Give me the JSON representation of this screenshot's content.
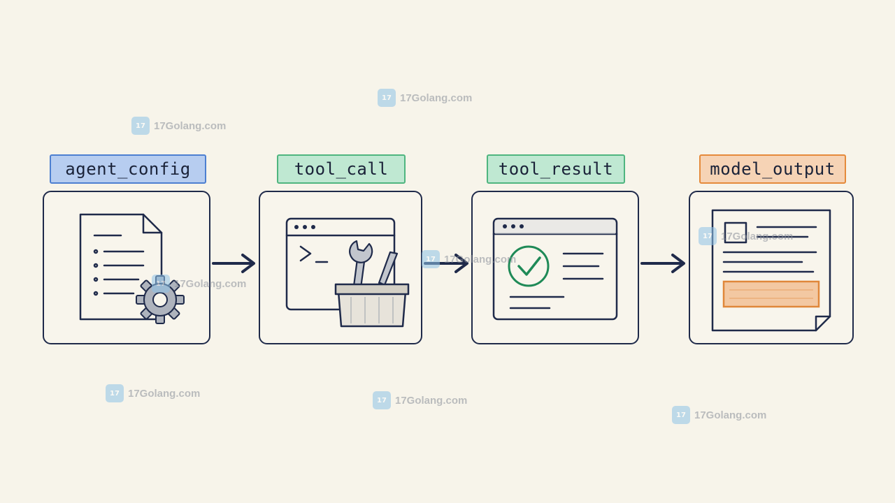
{
  "steps": [
    {
      "label": "agent_config",
      "icon": "document-gear-icon",
      "accent": "#4d7fd1"
    },
    {
      "label": "tool_call",
      "icon": "terminal-toolbox-icon",
      "accent": "#4fb57f"
    },
    {
      "label": "tool_result",
      "icon": "browser-checkmark-icon",
      "accent": "#4fb57f"
    },
    {
      "label": "model_output",
      "icon": "document-output-icon",
      "accent": "#e58a3b"
    }
  ],
  "watermark": {
    "text": "17Golang.com"
  }
}
